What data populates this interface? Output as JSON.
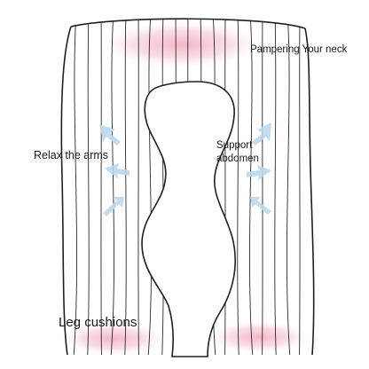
{
  "labels": {
    "neck": "Pampering Your neck",
    "arms": "Relax the arms",
    "abdomen": "Support abdomen",
    "leg": "Leg cushions"
  },
  "colors": {
    "outline": "#1f1f1f",
    "stripe": "#2a2a2a",
    "pink_highlight": "#f2b6c4",
    "blue_arrow": "#bcd9ee"
  },
  "icons": {
    "arrow": "arrow-icon",
    "highlight": "pink-glow"
  }
}
